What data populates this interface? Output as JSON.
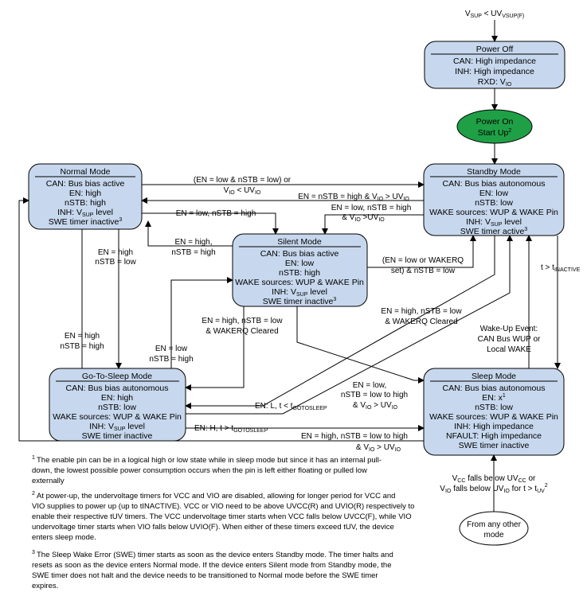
{
  "trigger": {
    "pre": "V",
    "sub1": "SUP",
    "mid": " < UV",
    "sub2": "VSUP(F)"
  },
  "power_off": {
    "title": "Power Off",
    "lines": [
      "CAN: High impedance",
      "INH: High impedance",
      "RXD: V"
    ],
    "rxd_sub": "IO"
  },
  "power_on": {
    "line1": "Power On",
    "line2": "Start Up",
    "sup": "2"
  },
  "normal": {
    "title": "Normal Mode",
    "lines": [
      "CAN: Bus bias active",
      "EN: high",
      "nSTB: high"
    ],
    "inh_pre": "INH: V",
    "inh_sub": "SUP",
    "inh_post": " level",
    "swe": "SWE timer inactive",
    "swe_sup": "3"
  },
  "standby": {
    "title": "Standby Mode",
    "lines": [
      "CAN: Bus bias autonomous",
      "EN: low",
      "nSTB: low",
      "WAKE sources: WUP & WAKE Pin"
    ],
    "inh_pre": "INH: V",
    "inh_sub": "SUP",
    "inh_post": " level",
    "swe": "SWE timer active",
    "swe_sup": "3"
  },
  "silent": {
    "title": "Silent Mode",
    "lines": [
      "CAN: Bus bias active",
      "EN: low",
      "nSTB: high",
      "WAKE sources: WUP & WAKE Pin"
    ],
    "inh_pre": "INH: V",
    "inh_sub": "SUP",
    "inh_post": " level",
    "swe": "SWE timer inactive",
    "swe_sup": "3"
  },
  "gotosleep": {
    "title": "Go-To-Sleep Mode",
    "lines": [
      "CAN: Bus bias autonomous",
      "EN: high",
      "nSTB: low",
      "WAKE sources: WUP & WAKE Pin"
    ],
    "inh_pre": "INH: V",
    "inh_sub": "SUP",
    "inh_post": " level",
    "swe": "SWE timer inactive"
  },
  "sleep": {
    "title": "Sleep Mode",
    "lines": [
      "CAN: Bus bias autonomous",
      "EN: x",
      "nSTB: low",
      "WAKE sources: WUP & WAKE Pin",
      "INH: High impedance",
      "NFAULT: High impedance",
      "SWE timer inactive"
    ],
    "en_sup": "1"
  },
  "from_any": {
    "line1": "From any other",
    "line2": "mode"
  },
  "labels": {
    "n_to_sb_1": "(EN = low & nSTB = low) or",
    "n_to_sb_2a": "V",
    "n_to_sb_2b": "IO",
    "n_to_sb_2c": " < UV",
    "n_to_sb_2d": "IO",
    "sb_to_n_a": "EN = nSTB = high & V",
    "sb_to_n_b": "IO",
    "sb_to_n_c": " > UV",
    "sb_to_n_d": "IO",
    "sb_to_si_1": "EN = low, nSTB = high",
    "sb_to_si_2a": "& V",
    "sb_to_si_2b": "IO",
    "sb_to_si_2c": " >UV",
    "sb_to_si_2d": "IO",
    "n_to_si": "EN = low, nSTB = high",
    "si_to_n_1": "EN = high,",
    "si_to_n_2": "nSTB = high",
    "si_to_sb_1": "(EN = low or WAKERQ",
    "si_to_sb_2": "set) & nSTB = low",
    "n_to_gts_1": "EN = high",
    "n_to_gts_2": "nSTB = low",
    "gts_to_n_1": "EN = high",
    "gts_to_n_2": "nSTB = high",
    "gts_to_si_1": "EN = low",
    "gts_to_si_2": "nSTB = high",
    "si_to_gts_1": "EN = high, nSTB = low",
    "si_to_gts_2": "& WAKERQ Cleared",
    "sb_to_gts_1": "EN = high, nSTB = low",
    "sb_to_gts_2": "& WAKERQ Cleared",
    "sb_to_sl_a": "t > t",
    "sb_to_sl_b": "INACTIVE",
    "wake_1": "Wake-Up Event:",
    "wake_2": "CAN Bus WUP or",
    "wake_3": "Local WAKE",
    "si_to_sl_1": "EN = low,",
    "si_to_sl_2": "nSTB = low to high",
    "si_to_sl_3a": "& V",
    "si_to_sl_3b": "IO",
    "si_to_sl_3c": " > UV",
    "si_to_sl_3d": "IO",
    "gts_to_si_t_a": "EN: L, t < t",
    "gts_to_si_t_b": "GOTOSLEEP",
    "gts_to_sl_a": "EN: H, t > t",
    "gts_to_sl_b": "GOTOSLEEP",
    "sl_to_n_1": "EN = high, nSTB = low to high",
    "sl_to_n_2a": "& V",
    "sl_to_n_2b": "IO",
    "sl_to_n_2c": " > UV",
    "sl_to_n_2d": "IO",
    "any_1a": "V",
    "any_1b": "CC",
    "any_1c": " falls below  UV",
    "any_1d": "CC",
    "any_1e": " or",
    "any_2a": "V",
    "any_2b": "IO",
    "any_2c": "  falls below UV",
    "any_2d": "IO",
    "any_2e": " for t > t",
    "any_2f": "UV",
    "any_2g": "2"
  },
  "footnotes": {
    "f1_sup": "1",
    "f1": [
      "The enable pin can be in a logical high or low state while in sleep mode but since it has an internal pull-",
      "down, the lowest possible power consumption occurs when the pin is left either floating or pulled low",
      "externally"
    ],
    "f2_sup": "2",
    "f2": [
      "At power-up, the undervoltage timers for VCC and VIO are disabled, allowing for longer period for VCC and",
      "VIO supplies to power up (up to tINACTIVE). VCC or VIO need to be above UVCC(R) and UVIO(R) respectively to",
      "enable their respective tUV timers. The VCC undervoltage timer starts when VCC falls below UVCC(F), while VIO",
      "undervoltage timer starts when VIO falls below UVIO(F).  When either of these timers exceed tUV, the device",
      "enters sleep mode."
    ],
    "f3_sup": "3",
    "f3": [
      "The Sleep Wake Error (SWE) timer starts as soon as the device enters Standby mode. The timer halts and",
      "resets as soon as the device enters Normal mode. If the device enters Silent mode from Standby mode, the",
      "SWE timer does not halt and the device needs to be transitioned to Normal mode before the SWE timer",
      "expires."
    ]
  },
  "colors": {
    "state_fill": "#c7d8ee",
    "power_on_fill": "#1fa046"
  }
}
